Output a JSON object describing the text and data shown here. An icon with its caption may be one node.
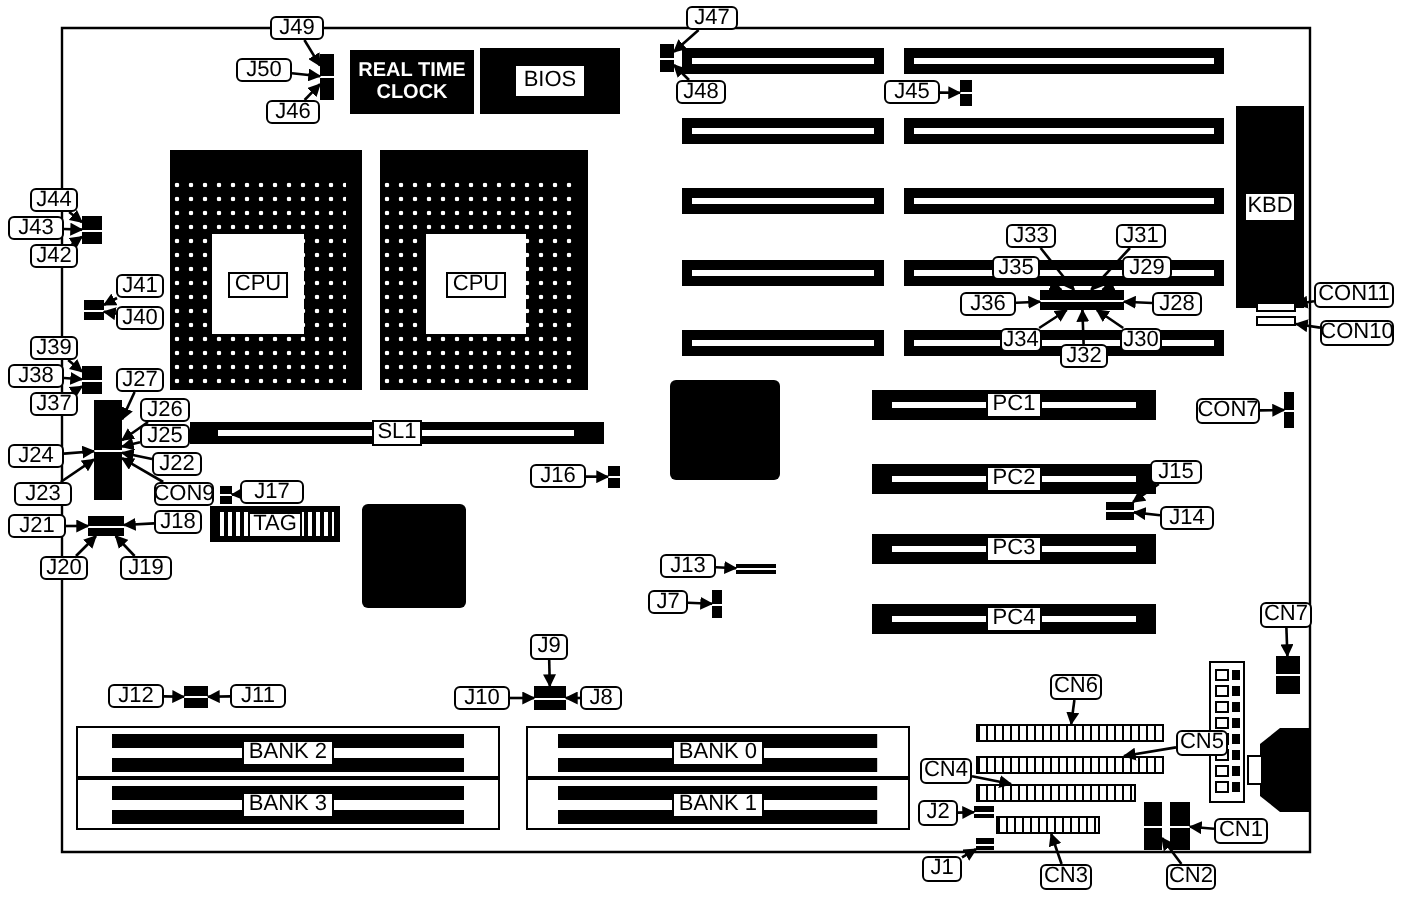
{
  "diagram": {
    "nodes": [
      {
        "text": [
          "REAL TIME CLOCK"
        ]
      },
      {
        "text": [
          "BIOS"
        ]
      },
      {
        "text": [
          "CPU"
        ]
      },
      {
        "text": [
          "CPU"
        ]
      },
      {
        "text": [
          "SL1"
        ]
      },
      {
        "text": [
          "TAG"
        ]
      },
      {
        "text": [
          "PC1"
        ]
      },
      {
        "text": [
          "PC2"
        ]
      },
      {
        "text": [
          "PC3"
        ]
      },
      {
        "text": [
          "PC4"
        ]
      },
      {
        "text": [
          "KBD"
        ]
      },
      {
        "text": [
          "BANK 2"
        ]
      },
      {
        "text": [
          "BANK 3"
        ]
      },
      {
        "text": [
          "BANK 0"
        ]
      },
      {
        "text": [
          "BANK 1"
        ]
      },
      {
        "text": [],
        "shape": "box"
      },
      {
        "text": [
          "J49"
        ]
      },
      {
        "text": [
          "J50"
        ]
      },
      {
        "text": [
          "J46"
        ]
      },
      {
        "text": [],
        "shape": "box"
      },
      {
        "text": [
          "J47"
        ]
      },
      {
        "text": [
          "J48"
        ]
      },
      {
        "text": [],
        "shape": "box"
      },
      {
        "text": [
          "J45"
        ]
      },
      {
        "text": [],
        "shape": "box"
      },
      {
        "text": [
          "J44"
        ]
      },
      {
        "text": [
          "J43"
        ]
      },
      {
        "text": [
          "J42"
        ]
      },
      {
        "text": [],
        "shape": "box"
      },
      {
        "text": [
          "J41"
        ]
      },
      {
        "text": [
          "J40"
        ]
      },
      {
        "text": [],
        "shape": "box"
      },
      {
        "text": [
          "J39"
        ]
      },
      {
        "text": [
          "J38"
        ]
      },
      {
        "text": [
          "J37"
        ]
      },
      {
        "text": [],
        "shape": "box"
      },
      {
        "text": [
          "J27"
        ]
      },
      {
        "text": [
          "J26"
        ]
      },
      {
        "text": [
          "J25"
        ]
      },
      {
        "text": [
          "J24"
        ]
      },
      {
        "text": [
          "J22"
        ]
      },
      {
        "text": [
          "J23"
        ]
      },
      {
        "text": [
          "CON9"
        ]
      },
      {
        "text": [],
        "shape": "box"
      },
      {
        "text": [
          "J17"
        ]
      },
      {
        "text": [],
        "shape": "box"
      },
      {
        "text": [
          "J21"
        ]
      },
      {
        "text": [
          "J18"
        ]
      },
      {
        "text": [
          "J20"
        ]
      },
      {
        "text": [
          "J19"
        ]
      },
      {
        "text": [],
        "shape": "box"
      },
      {
        "text": [
          "J16"
        ]
      },
      {
        "text": [],
        "shape": "box"
      },
      {
        "text": [
          "J13"
        ]
      },
      {
        "text": [],
        "shape": "box"
      },
      {
        "text": [
          "J7"
        ]
      },
      {
        "text": [],
        "shape": "box"
      },
      {
        "text": [
          "J12"
        ]
      },
      {
        "text": [
          "J11"
        ]
      },
      {
        "text": [],
        "shape": "box"
      },
      {
        "text": [
          "J9"
        ]
      },
      {
        "text": [
          "J10"
        ]
      },
      {
        "text": [
          "J8"
        ]
      },
      {
        "text": [],
        "shape": "box"
      },
      {
        "text": [
          "J15"
        ]
      },
      {
        "text": [
          "J14"
        ]
      },
      {
        "text": [],
        "shape": "box"
      },
      {
        "text": [
          "J33"
        ]
      },
      {
        "text": [
          "J31"
        ]
      },
      {
        "text": [
          "J35"
        ]
      },
      {
        "text": [
          "J29"
        ]
      },
      {
        "text": [
          "J36"
        ]
      },
      {
        "text": [
          "J28"
        ]
      },
      {
        "text": [
          "J34"
        ]
      },
      {
        "text": [
          "J32"
        ]
      },
      {
        "text": [
          "J30"
        ]
      },
      {
        "text": [],
        "shape": "bar"
      },
      {
        "text": [
          "CON11"
        ]
      },
      {
        "text": [],
        "shape": "bar"
      },
      {
        "text": [
          "CON10"
        ]
      },
      {
        "text": [],
        "shape": "box"
      },
      {
        "text": [
          "CON7"
        ]
      },
      {
        "text": [],
        "shape": "box"
      },
      {
        "text": [
          "CN7"
        ]
      },
      {
        "text": [],
        "shape": "box"
      },
      {
        "text": [
          "CN6"
        ]
      },
      {
        "text": [],
        "shape": "box"
      },
      {
        "text": [
          "CN5"
        ]
      },
      {
        "text": [],
        "shape": "box"
      },
      {
        "text": [
          "CN4"
        ]
      },
      {
        "text": [],
        "shape": "box"
      },
      {
        "text": [
          "J2"
        ]
      },
      {
        "text": [],
        "shape": "box"
      },
      {
        "text": [
          "J1"
        ]
      },
      {
        "text": [],
        "shape": "box"
      },
      {
        "text": [
          "CN3"
        ]
      },
      {
        "text": [],
        "shape": "box"
      },
      {
        "text": [
          "CN2"
        ]
      },
      {
        "text": [],
        "shape": "box"
      },
      {
        "text": [
          "CN1"
        ]
      }
    ],
    "edges": [
      {
        "from": 16,
        "to": 15,
        "arrow": "to"
      },
      {
        "from": 17,
        "to": 15,
        "arrow": "to"
      },
      {
        "from": 18,
        "to": 15,
        "arrow": "to"
      },
      {
        "from": 20,
        "to": 19,
        "arrow": "to"
      },
      {
        "from": 21,
        "to": 19,
        "arrow": "to"
      },
      {
        "from": 23,
        "to": 22,
        "arrow": "to"
      },
      {
        "from": 25,
        "to": 24,
        "arrow": "to"
      },
      {
        "from": 26,
        "to": 24,
        "arrow": "to"
      },
      {
        "from": 27,
        "to": 24,
        "arrow": "to"
      },
      {
        "from": 29,
        "to": 28,
        "arrow": "to"
      },
      {
        "from": 30,
        "to": 28,
        "arrow": "to"
      },
      {
        "from": 32,
        "to": 31,
        "arrow": "to"
      },
      {
        "from": 33,
        "to": 31,
        "arrow": "to"
      },
      {
        "from": 34,
        "to": 31,
        "arrow": "to"
      },
      {
        "from": 36,
        "to": 35,
        "arrow": "to"
      },
      {
        "from": 37,
        "to": 35,
        "arrow": "to"
      },
      {
        "from": 38,
        "to": 35,
        "arrow": "to"
      },
      {
        "from": 39,
        "to": 35,
        "arrow": "to"
      },
      {
        "from": 40,
        "to": 35,
        "arrow": "to"
      },
      {
        "from": 41,
        "to": 35,
        "arrow": "to"
      },
      {
        "from": 42,
        "to": 35,
        "arrow": "to"
      },
      {
        "from": 44,
        "to": 43,
        "arrow": "to"
      },
      {
        "from": 46,
        "to": 45,
        "arrow": "to"
      },
      {
        "from": 47,
        "to": 45,
        "arrow": "to"
      },
      {
        "from": 48,
        "to": 45,
        "arrow": "to"
      },
      {
        "from": 49,
        "to": 45,
        "arrow": "to"
      },
      {
        "from": 51,
        "to": 50,
        "arrow": "to"
      },
      {
        "from": 53,
        "to": 52,
        "arrow": "to"
      },
      {
        "from": 55,
        "to": 54,
        "arrow": "to"
      },
      {
        "from": 57,
        "to": 56,
        "arrow": "to"
      },
      {
        "from": 58,
        "to": 56,
        "arrow": "to"
      },
      {
        "from": 60,
        "to": 59,
        "arrow": "to"
      },
      {
        "from": 61,
        "to": 59,
        "arrow": "to"
      },
      {
        "from": 62,
        "to": 59,
        "arrow": "to"
      },
      {
        "from": 64,
        "to": 63,
        "arrow": "to"
      },
      {
        "from": 65,
        "to": 63,
        "arrow": "to"
      },
      {
        "from": 67,
        "to": 66,
        "arrow": "to"
      },
      {
        "from": 68,
        "to": 66,
        "arrow": "to"
      },
      {
        "from": 69,
        "to": 66,
        "arrow": "to"
      },
      {
        "from": 70,
        "to": 66,
        "arrow": "to"
      },
      {
        "from": 71,
        "to": 66,
        "arrow": "to"
      },
      {
        "from": 72,
        "to": 66,
        "arrow": "to"
      },
      {
        "from": 73,
        "to": 66,
        "arrow": "to"
      },
      {
        "from": 74,
        "to": 66,
        "arrow": "to"
      },
      {
        "from": 75,
        "to": 66,
        "arrow": "to"
      },
      {
        "from": 77,
        "to": 76,
        "arrow": "to"
      },
      {
        "from": 79,
        "to": 78,
        "arrow": "to"
      },
      {
        "from": 81,
        "to": 80,
        "arrow": "to"
      },
      {
        "from": 83,
        "to": 82,
        "arrow": "to"
      },
      {
        "from": 85,
        "to": 84,
        "arrow": "to"
      },
      {
        "from": 87,
        "to": 86,
        "arrow": "to"
      },
      {
        "from": 89,
        "to": 88,
        "arrow": "to"
      },
      {
        "from": 91,
        "to": 90,
        "arrow": "to"
      },
      {
        "from": 93,
        "to": 92,
        "arrow": "to"
      },
      {
        "from": 95,
        "to": 94,
        "arrow": "to"
      },
      {
        "from": 97,
        "to": 96,
        "arrow": "to"
      },
      {
        "from": 99,
        "to": 98,
        "arrow": "to"
      }
    ]
  }
}
